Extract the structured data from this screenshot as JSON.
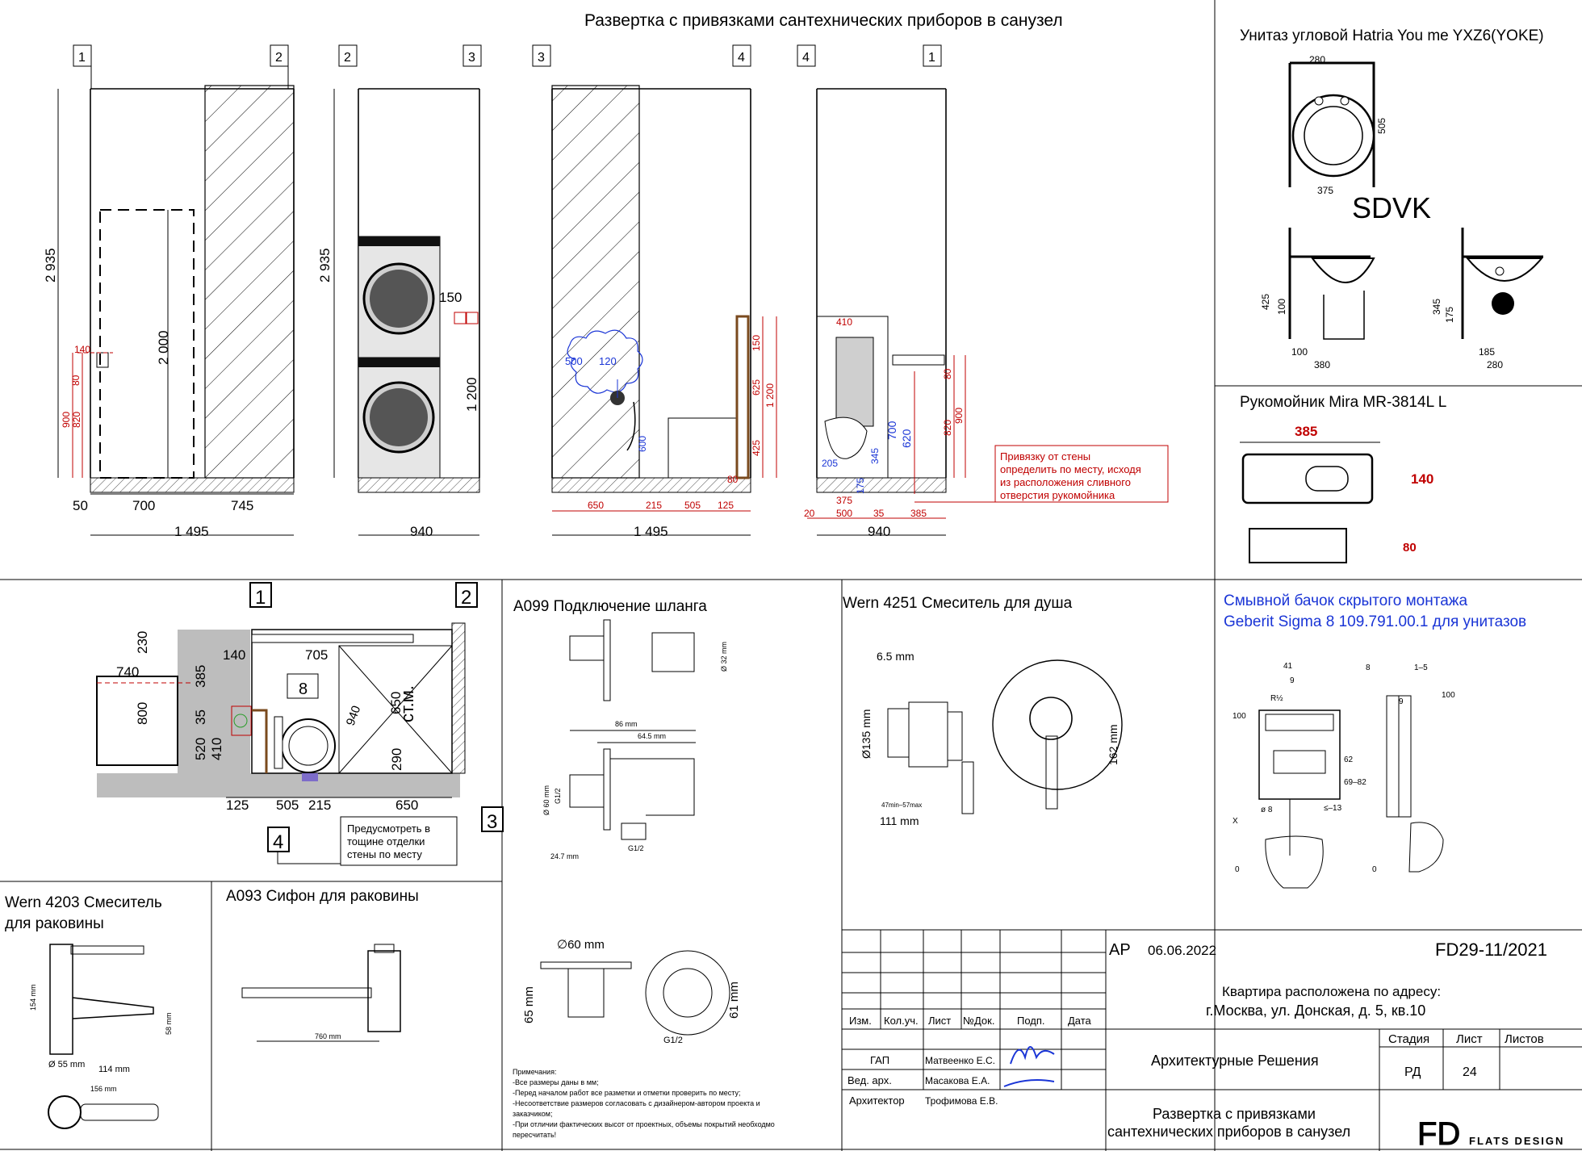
{
  "sheet": {
    "main_title": "Развертка с привязками сантехнических приборов в санузел",
    "axis_labels": [
      "1",
      "2",
      "3",
      "4"
    ],
    "colors": {
      "dim_red": "#c00000",
      "dim_blue": "#1a35d6",
      "hatch": "#000000",
      "floor": "#bdbdbd"
    }
  },
  "elev1": {
    "height": "2 935",
    "door_h": "2 000",
    "d140": "140",
    "d80": "80",
    "d900": "900",
    "d820": "820",
    "bottom": [
      "50",
      "700",
      "745"
    ],
    "total": "1 495"
  },
  "elev2": {
    "height": "2 935",
    "d150": "150",
    "d1200": "1 200",
    "total": "940"
  },
  "elev3": {
    "cloud": [
      "500",
      "120"
    ],
    "d600": "600",
    "right": [
      "150",
      "625",
      "1 200",
      "425"
    ],
    "d80": "80",
    "bottom": [
      "650",
      "215",
      "505",
      "125"
    ],
    "total": "1 495"
  },
  "elev4": {
    "d410": "410",
    "d205": "205",
    "d175": "175",
    "d345": "345",
    "d700": "700",
    "d620": "620",
    "right": [
      "80",
      "820",
      "900"
    ],
    "bottom": [
      "20",
      "500",
      "35",
      "385"
    ],
    "d375": "375",
    "total": "940",
    "note": [
      "Привязку от стены",
      "определить по месту, исходя",
      "из расположения сливного",
      "отверстия рукомойника"
    ]
  },
  "toilet": {
    "title": "Унитаз угловой Hatria You me YXZ6(YOKE)",
    "dims": [
      "280",
      "505",
      "375",
      "425",
      "100",
      "100",
      "380",
      "345",
      "175",
      "185",
      "280"
    ],
    "watermark": "SDVK"
  },
  "basin": {
    "title": "Рукомойник Mira MR-3814L L",
    "w": "385",
    "h": "140",
    "d": "80"
  },
  "cistern": {
    "title": [
      "Смывной бачок скрытого монтажа",
      "Geberit Sigma 8 109.791.00.1 для унитазов"
    ],
    "dims": [
      "41",
      "9",
      "R½",
      "100",
      "62",
      "69–82",
      "≤–13",
      "ø 8",
      "X",
      "0",
      "8",
      "1–5",
      "9",
      "100",
      "0"
    ]
  },
  "plan": {
    "dims": [
      "230",
      "740",
      "385",
      "800",
      "35",
      "520",
      "410",
      "140",
      "705",
      "8",
      "940",
      "650",
      "ст.м.",
      "290",
      "125",
      "505",
      "215",
      "650"
    ],
    "note": [
      "Предусмотреть в",
      "тощине отделки",
      "стены по месту"
    ]
  },
  "hose": {
    "title": "А099 Подключение шланга",
    "dims": [
      "Ø 32 mm",
      "86 mm",
      "64.5 mm",
      "Ø 60 mm",
      "G1/2",
      "24.7 mm",
      "G1/2",
      "∅60 mm",
      "65 mm",
      "61 mm",
      "G1/2"
    ]
  },
  "shower": {
    "title": "Wern 4251 Смеситель для душа",
    "dims": [
      "6.5 mm",
      "Ø135 mm",
      "47min–57max",
      "111 mm",
      "162 mm"
    ]
  },
  "sink_mixer": {
    "title": [
      "Wern 4203 Смеситель",
      "для раковины"
    ],
    "dims": [
      "154 mm",
      "58 mm",
      "Ø 55 mm",
      "114 mm",
      "156 mm"
    ]
  },
  "siphon": {
    "title": "А093 Сифон для раковины",
    "dims": [
      "760 mm"
    ]
  },
  "notes": [
    "Примечания:",
    "-Все размеры даны в мм;",
    "-Перед началом работ все разметки и отметки проверить по месту;",
    "-Несоответствие размеров согласовать с дизайнером-автором проекта и",
    "заказчиком;",
    "-При отличии фактических высот от проектных, объемы покрытий необходмо",
    "пересчитать!"
  ],
  "stamp": {
    "code_left": "АР",
    "date": "06.06.2022",
    "code": "FD29-11/2021",
    "address": [
      "Квартира расположена по адресу:",
      "г.Москва, ул. Донская, д. 5, кв.10"
    ],
    "headers": [
      "Изм.",
      "Кол.уч.",
      "Лист",
      "№Док.",
      "Подп.",
      "Дата"
    ],
    "roles": [
      {
        "role": "ГАП",
        "name": "Матвеенко Е.С."
      },
      {
        "role": "Вед. арх.",
        "name": "Масакова Е.А."
      },
      {
        "role": "Архитектор",
        "name": "Трофимова Е.В."
      }
    ],
    "section": "Архитектурные Решения",
    "stage_headers": [
      "Стадия",
      "Лист",
      "Листов"
    ],
    "stage": "РД",
    "sheet_no": "24",
    "sheets": "",
    "sheet_title": [
      "Развертка с привязками",
      "сантехнических приборов в санузел"
    ],
    "logo_mark": "FD",
    "logo_text": "FLATS DESIGN"
  }
}
